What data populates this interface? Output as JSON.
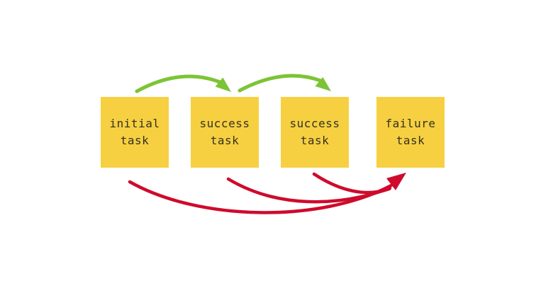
{
  "diagram": {
    "nodes": [
      {
        "id": "initial-task",
        "line1": "initial",
        "line2": "task"
      },
      {
        "id": "success-task-1",
        "line1": "success",
        "line2": "task"
      },
      {
        "id": "success-task-2",
        "line1": "success",
        "line2": "task"
      },
      {
        "id": "failure-task",
        "line1": "failure",
        "line2": "task"
      }
    ],
    "edges": [
      {
        "from": "initial-task",
        "to": "success-task-1",
        "type": "success"
      },
      {
        "from": "success-task-1",
        "to": "success-task-2",
        "type": "success"
      },
      {
        "from": "initial-task",
        "to": "failure-task",
        "type": "failure"
      },
      {
        "from": "success-task-1",
        "to": "failure-task",
        "type": "failure"
      },
      {
        "from": "success-task-2",
        "to": "failure-task",
        "type": "failure"
      }
    ],
    "colors": {
      "node_fill": "#f6d041",
      "node_text": "#35311f",
      "success_arrow": "#7cc436",
      "failure_arrow": "#ce0b2c",
      "background": "#ffffff"
    }
  }
}
